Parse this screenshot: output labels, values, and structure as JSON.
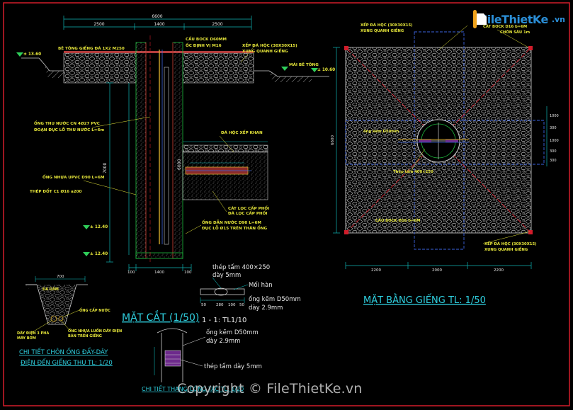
{
  "brand": {
    "logo_name": "FileThietKe",
    "logo_domain": ".vn",
    "watermark": "Copyright © FileThietKe.vn"
  },
  "icons": {
    "logo_mark": "document-file-icon"
  },
  "section": {
    "title": "MẶT CẮT  (1/50)",
    "dims_top": [
      "6600",
      "2500",
      "1400",
      "2500"
    ],
    "dims_bottom": [
      "100",
      "1400",
      "100"
    ],
    "height_total": "7000",
    "height_inner": "6000",
    "labels": [
      "BÊ TÔNG GIẾNG ĐÁ 1X2 M250",
      "CẤU BOCK D60MM",
      "ỐC ĐỊNH VỊ M16",
      "XẾP ĐÁ HỘC (30X30X15)",
      "XUNG QUANH GIẾNG",
      "ỐNG THU NƯỚC CN 4Ø27 PVC",
      "ĐOẠN ĐỤC LỖ THU NƯỚC L=6m",
      "ĐÁ HỘC XẾP KHAN",
      "ỐNG NHỰA UPVC D90 L=6M",
      "CÁT LỌC CẤP PHỐI",
      "ĐÁ LỌC CẤP PHỐI",
      "ỐNG DẪN NƯỚC D90 L=6M",
      "ĐỤC LỖ Ø15 TRÊN THÂN ỐNG",
      "THÉP ĐỐT C1 Ø16 a200",
      "MÁI BÊ TÔNG"
    ],
    "elevations": [
      "± 13.60",
      "± 12.40",
      "± 12.40",
      "± 10.60"
    ]
  },
  "plate_detail": {
    "title": "1 - 1: TL1/10",
    "note_1": "thép tấm 400×250",
    "note_2": "dày 5mm",
    "note_3": "Mối hàn",
    "note_4": "ống kẽm D50mm",
    "note_5": "dày 2.9mm",
    "dims": [
      "50",
      "280",
      "100",
      "50"
    ]
  },
  "ladder_detail": {
    "title": "CHI TIẾT THANG CÔNG TÁC TL: 1/20",
    "note_1": "ống kẽm D50mm",
    "note_2": "dày 2.9mm",
    "note_3": "thép tấm dày 5mm"
  },
  "pipe_detail": {
    "title_1": "CHI TIẾT CHÔN ỐNG ĐẨY-DÂY",
    "title_2": "ĐIỆN ĐẾN GIẾNG THU TL: 1/20",
    "dim": "700",
    "notes": [
      "ĐÁ DĂM",
      "DÂY ĐIỆN 3 PHA",
      "MÁY BƠM",
      "ỐNG CẤP NƯỚC",
      "ỐNG NHỰA LUỒN DÂY ĐIỆN",
      "BẢN TRÊN GIẾNG"
    ]
  },
  "plan": {
    "title": "MẶT BẰNG GIẾNG TL: 1/50",
    "dims_bottom": [
      "2200",
      "2000",
      "2200"
    ],
    "dim_left": "6600",
    "labels": [
      "XẾP ĐÁ HỘC (30X30X15)",
      "XUNG QUANH GIẾNG",
      "CÁT BOCK D16 b=6M",
      "CHÔN SÂU 1m",
      "ống kẽm D50mm",
      "XẾP ĐÁ HỘC (30X30X15)",
      "XUNG QUANH GIẾNG",
      "Thép tấm 400×250",
      "CẤU BOCK Ø16 b=6M"
    ],
    "side_dims": [
      "1000",
      "1000",
      "300",
      "300",
      "300"
    ]
  }
}
